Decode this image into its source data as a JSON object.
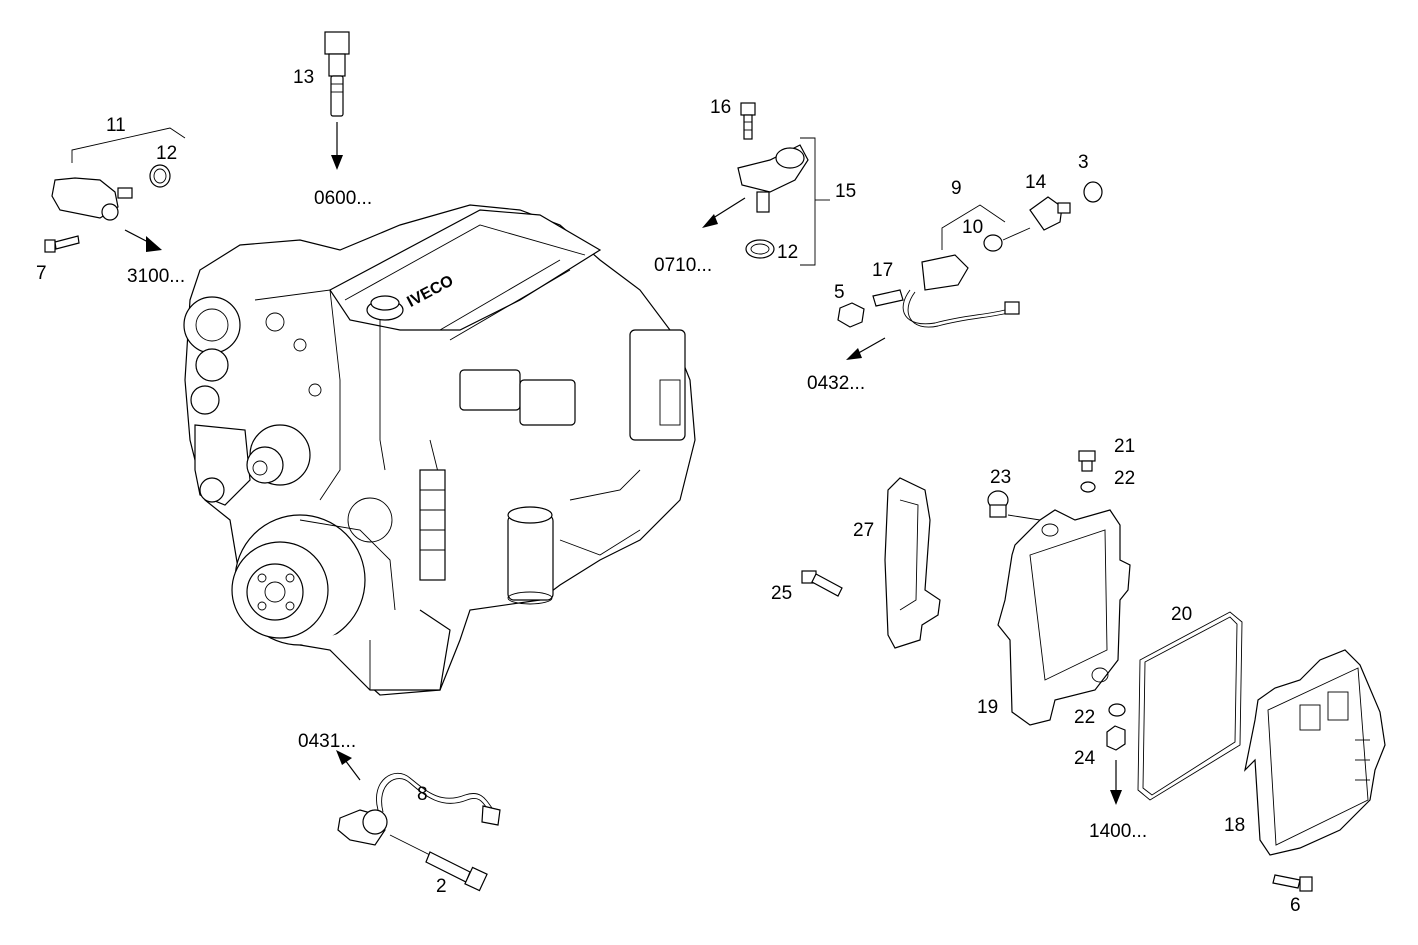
{
  "diagram": {
    "callouts": [
      {
        "id": "c13",
        "text": "13"
      },
      {
        "id": "c11",
        "text": "11"
      },
      {
        "id": "c12a",
        "text": "12"
      },
      {
        "id": "c7",
        "text": "7"
      },
      {
        "id": "c16",
        "text": "16"
      },
      {
        "id": "c15",
        "text": "15"
      },
      {
        "id": "c12b",
        "text": "12"
      },
      {
        "id": "c3",
        "text": "3"
      },
      {
        "id": "c9",
        "text": "9"
      },
      {
        "id": "c14",
        "text": "14"
      },
      {
        "id": "c10",
        "text": "10"
      },
      {
        "id": "c17",
        "text": "17"
      },
      {
        "id": "c5",
        "text": "5"
      },
      {
        "id": "c21",
        "text": "21"
      },
      {
        "id": "c23",
        "text": "23"
      },
      {
        "id": "c22a",
        "text": "22"
      },
      {
        "id": "c27",
        "text": "27"
      },
      {
        "id": "c25",
        "text": "25"
      },
      {
        "id": "c20",
        "text": "20"
      },
      {
        "id": "c19",
        "text": "19"
      },
      {
        "id": "c22b",
        "text": "22"
      },
      {
        "id": "c24",
        "text": "24"
      },
      {
        "id": "c18",
        "text": "18"
      },
      {
        "id": "c6",
        "text": "6"
      },
      {
        "id": "c8",
        "text": "8"
      },
      {
        "id": "c2",
        "text": "2"
      }
    ],
    "references": [
      {
        "id": "r0600",
        "text": "0600..."
      },
      {
        "id": "r3100",
        "text": "3100..."
      },
      {
        "id": "r0710",
        "text": "0710..."
      },
      {
        "id": "r0432",
        "text": "0432..."
      },
      {
        "id": "r0431",
        "text": "0431..."
      },
      {
        "id": "r1400",
        "text": "1400..."
      }
    ],
    "engine_brand": "IVECO"
  }
}
